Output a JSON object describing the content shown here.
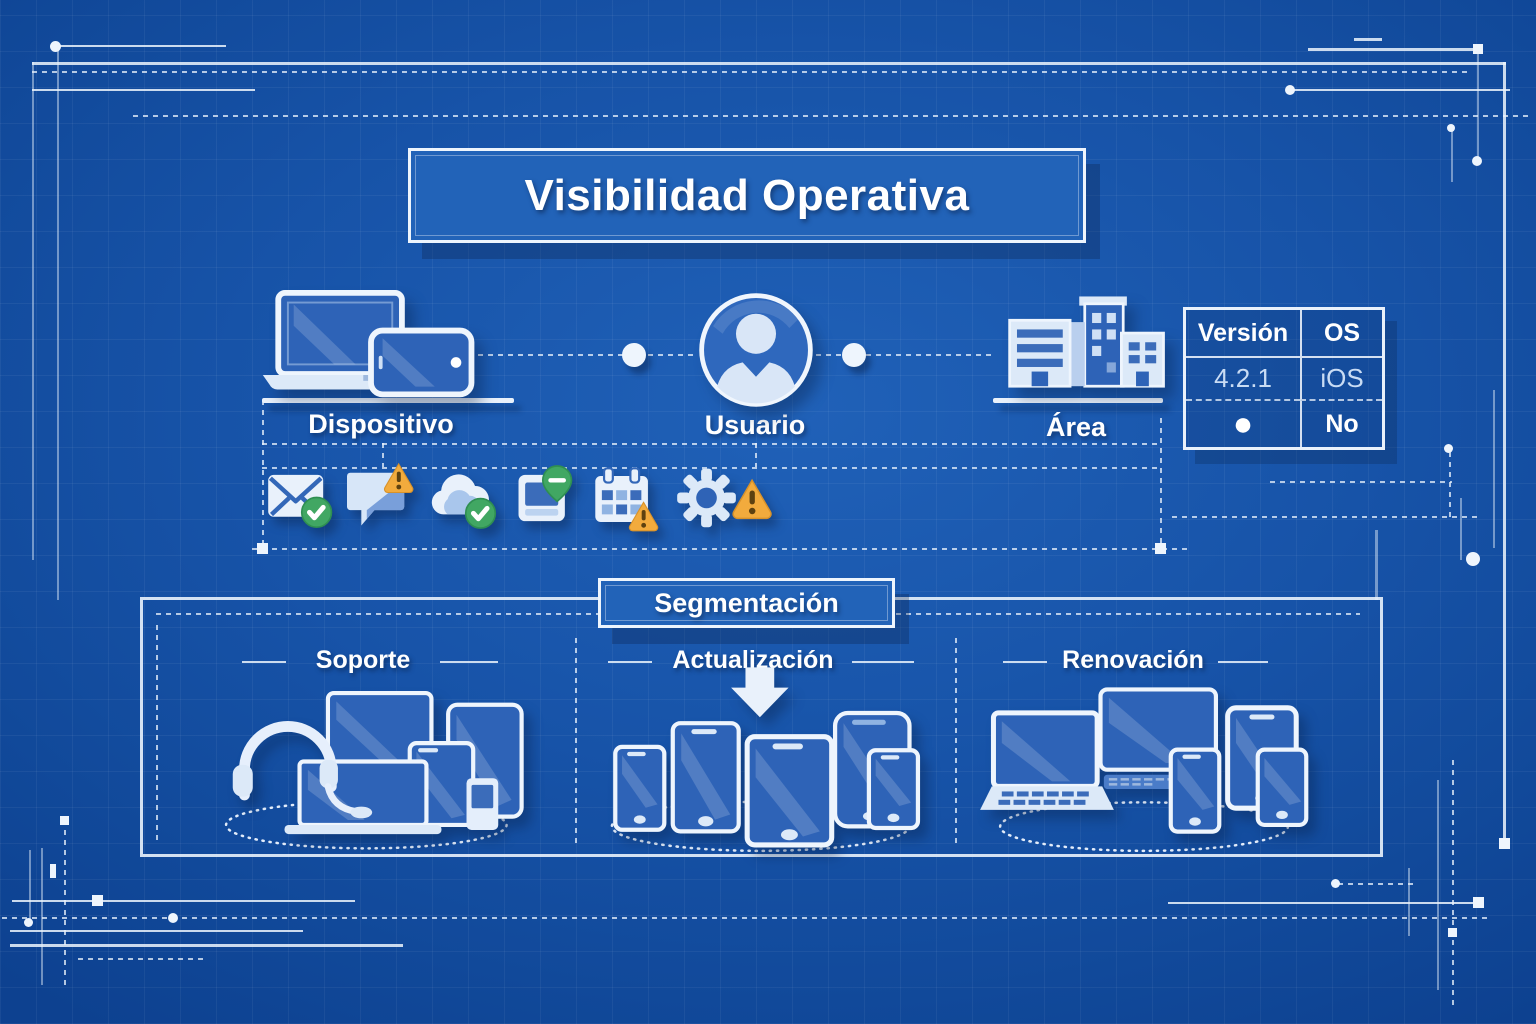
{
  "title": "Visibilidad Operativa",
  "top_row": {
    "nodes": [
      {
        "id": "dispositivo",
        "label": "Dispositivo",
        "icon": "laptop-phone-icon"
      },
      {
        "id": "usuario",
        "label": "Usuario",
        "icon": "user-avatar-icon"
      },
      {
        "id": "area",
        "label": "Área",
        "icon": "buildings-icon"
      }
    ]
  },
  "info_table": {
    "headers": [
      "Versión",
      "OS"
    ],
    "rows": [
      {
        "version": "4.2.1",
        "os": "iOS"
      },
      {
        "version": "●",
        "os": "No"
      }
    ]
  },
  "status_icons": [
    {
      "name": "mail-icon",
      "badge": "check"
    },
    {
      "name": "chat-icon",
      "badge": "warning"
    },
    {
      "name": "cloud-icon",
      "badge": "check"
    },
    {
      "name": "device-icon",
      "badge": "pin-minus"
    },
    {
      "name": "calendar-icon",
      "badge": "warning"
    },
    {
      "name": "gear-icon",
      "badge": "warning"
    }
  ],
  "segmentation_label": "Segmentación",
  "sections": [
    {
      "id": "soporte",
      "label": "Soporte",
      "icon": "support-devices-cluster"
    },
    {
      "id": "actualizacion",
      "label": "Actualización",
      "icon": "update-devices-cluster"
    },
    {
      "id": "renovacion",
      "label": "Renovación",
      "icon": "renewal-devices-cluster"
    }
  ],
  "colors": {
    "background": "#1553a8",
    "line": "#eaf2fc",
    "panel_fill": "#2263b8",
    "light_fill": "#dce9f8",
    "screen_blue": "#2e63b7",
    "success_green": "#41a763",
    "warning_orange": "#f2ab3d"
  }
}
